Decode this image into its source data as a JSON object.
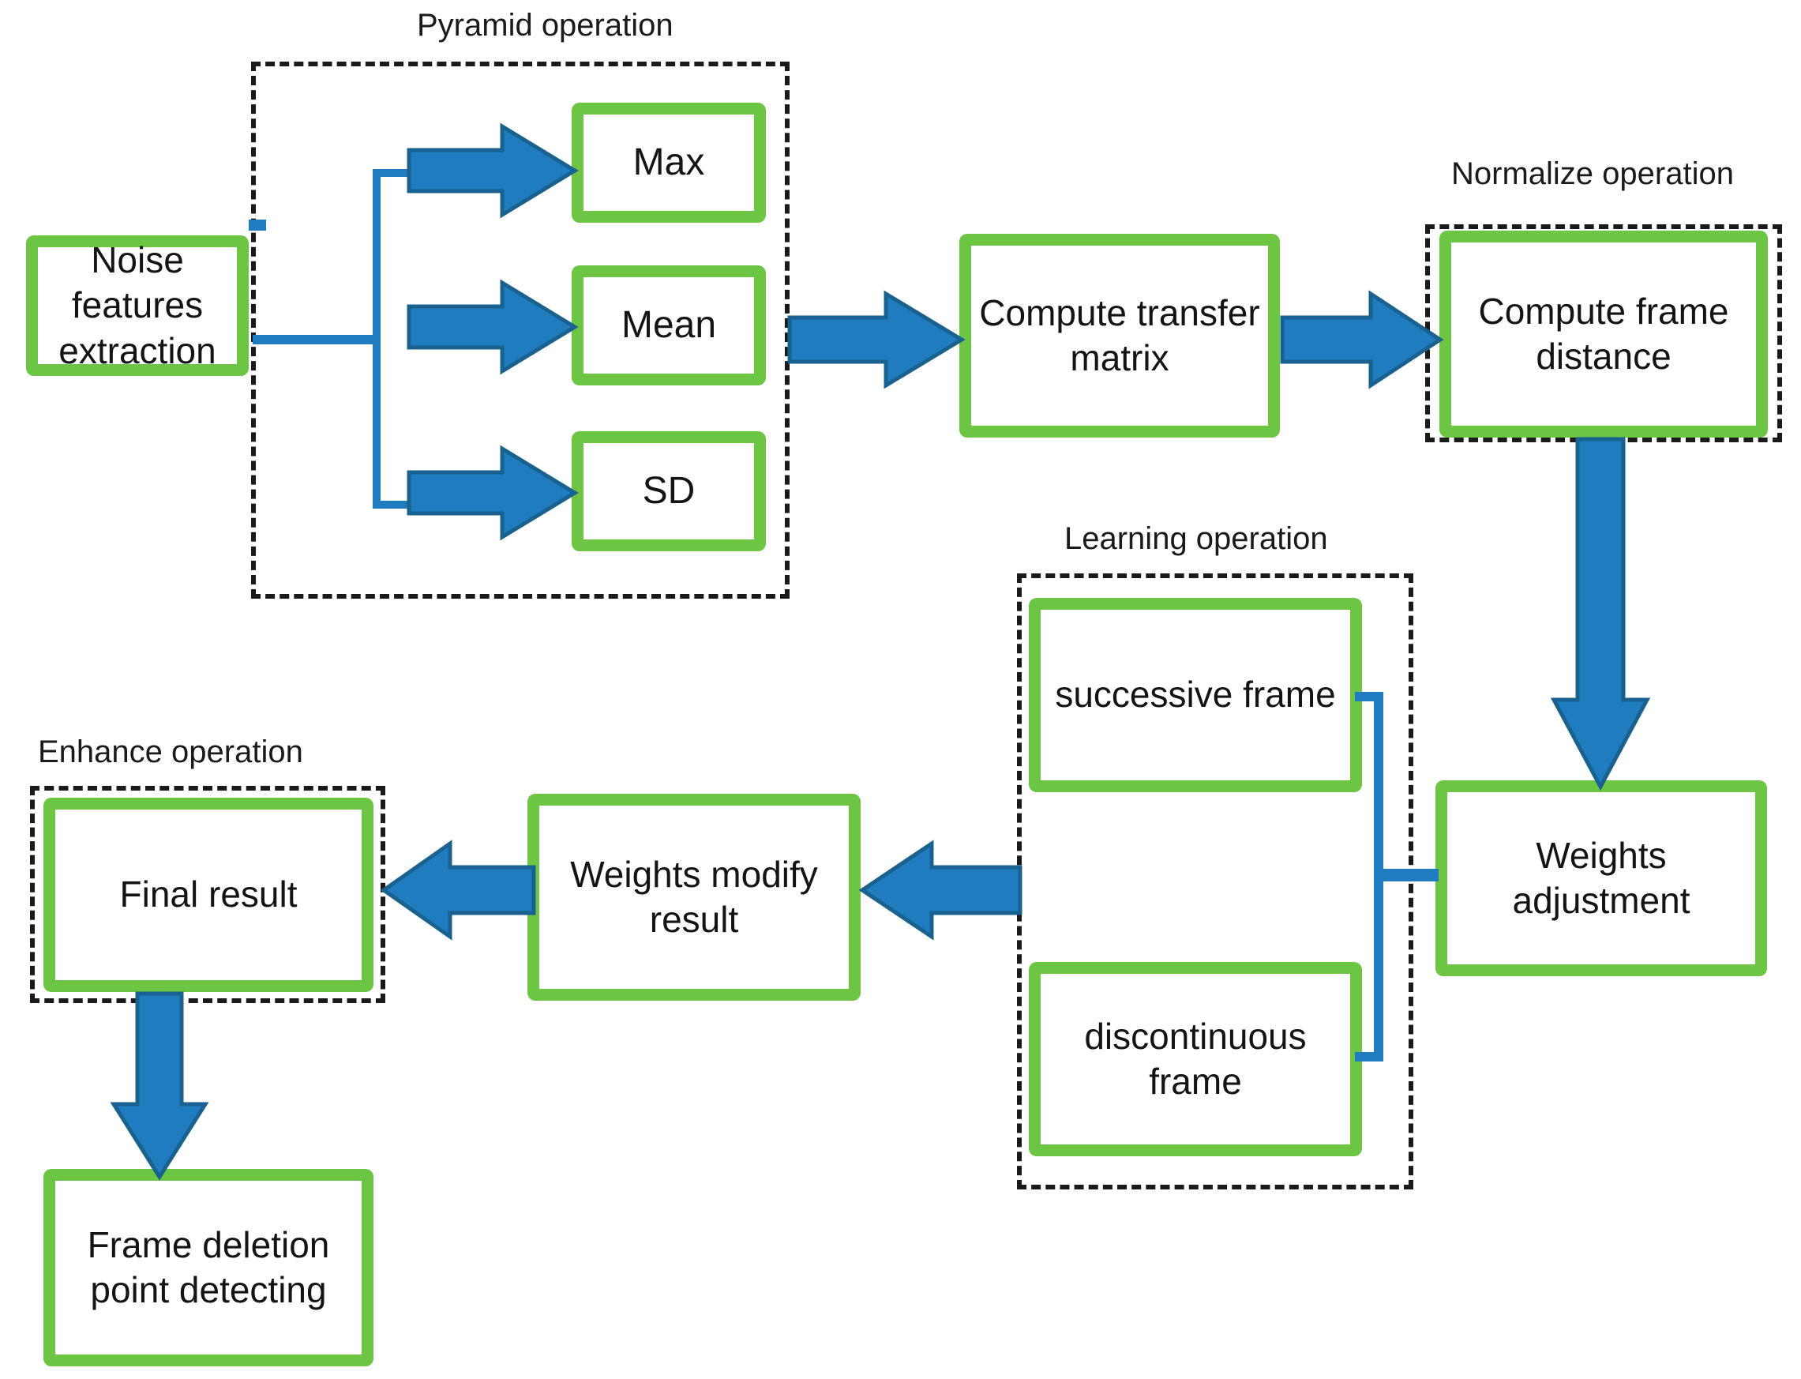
{
  "diagram": {
    "title_present": false,
    "colors": {
      "node_border_green": "#6CC644",
      "arrow_blue": "#1F7CBE",
      "arrow_blue_dark": "#19628F",
      "group_dash_black": "#1a1a1a",
      "text_black": "#141414",
      "background": "#ffffff"
    },
    "groups": [
      {
        "id": "pyramid",
        "label": "Pyramid operation"
      },
      {
        "id": "normalize",
        "label": "Normalize operation"
      },
      {
        "id": "learning",
        "label": "Learning operation"
      },
      {
        "id": "enhance",
        "label": "Enhance operation"
      }
    ],
    "nodes": [
      {
        "id": "noise",
        "label": "Noise features extraction"
      },
      {
        "id": "max",
        "label": "Max"
      },
      {
        "id": "mean",
        "label": "Mean"
      },
      {
        "id": "sd",
        "label": "SD"
      },
      {
        "id": "transfer",
        "label": "Compute transfer matrix"
      },
      {
        "id": "framedist",
        "label": "Compute frame distance"
      },
      {
        "id": "successive",
        "label": "successive frame"
      },
      {
        "id": "discont",
        "label": "discontinuous frame"
      },
      {
        "id": "weightsadj",
        "label": "Weights adjustment"
      },
      {
        "id": "weightsmod",
        "label": "Weights modify result"
      },
      {
        "id": "final",
        "label": "Final result"
      },
      {
        "id": "framedel",
        "label": "Frame deletion point detecting"
      }
    ],
    "edges": [
      {
        "from": "noise",
        "to": "max",
        "style": "block-arrow-right"
      },
      {
        "from": "noise",
        "to": "mean",
        "style": "block-arrow-right"
      },
      {
        "from": "noise",
        "to": "sd",
        "style": "block-arrow-right"
      },
      {
        "from": "pyramid",
        "to": "transfer",
        "style": "block-arrow-right"
      },
      {
        "from": "transfer",
        "to": "framedist",
        "style": "block-arrow-right"
      },
      {
        "from": "framedist",
        "to": "weightsadj",
        "style": "block-arrow-down"
      },
      {
        "from": "weightsadj",
        "to": "learning",
        "style": "thin-bracket-left"
      },
      {
        "from": "learning",
        "to": "weightsmod",
        "style": "block-arrow-left"
      },
      {
        "from": "weightsmod",
        "to": "final",
        "style": "block-arrow-left"
      },
      {
        "from": "final",
        "to": "framedel",
        "style": "block-arrow-down"
      }
    ]
  }
}
